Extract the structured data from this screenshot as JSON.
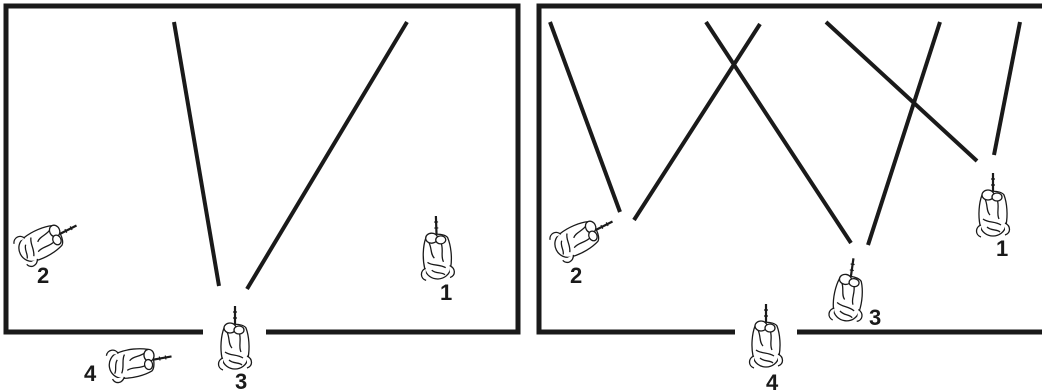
{
  "panels": [
    {
      "id": "left",
      "soldiers": [
        {
          "label": "1"
        },
        {
          "label": "2"
        },
        {
          "label": "3"
        },
        {
          "label": "4"
        }
      ]
    },
    {
      "id": "right",
      "soldiers": [
        {
          "label": "1"
        },
        {
          "label": "2"
        },
        {
          "label": "3"
        },
        {
          "label": "4"
        }
      ]
    }
  ]
}
